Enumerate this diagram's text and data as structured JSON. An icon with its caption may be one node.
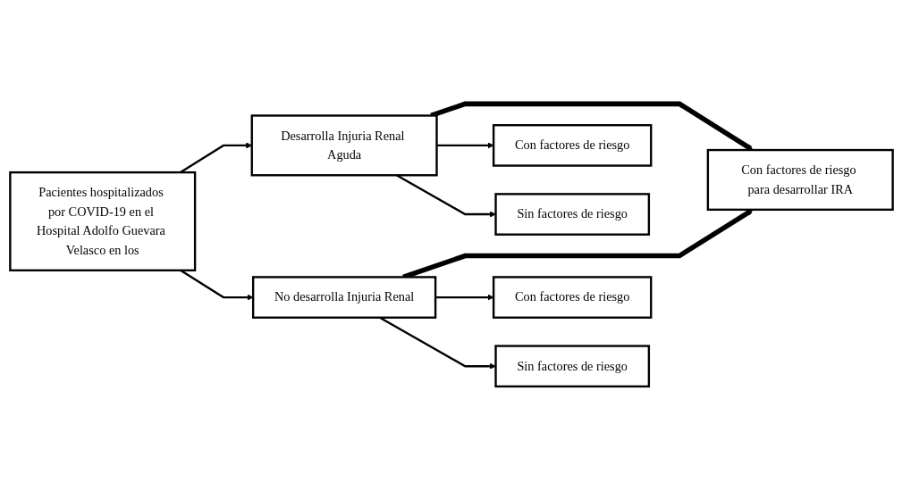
{
  "diagram": {
    "nodes": [
      {
        "text": [
          "Pacientes hospitalizados por COVID-19 en el Hospital Adolfo Guevara Velasco en los"
        ]
      },
      {
        "text": [
          "Desarrolla Injuria Renal Aguda"
        ]
      },
      {
        "text": [
          "Con factores de riesgo para desarrollar IRA"
        ]
      },
      {
        "text": [
          "No desarrolla Injuria Renal"
        ]
      },
      {
        "text": [
          "Con factores de riesgo"
        ]
      },
      {
        "text": [
          "Sin factores de riesgo"
        ]
      },
      {
        "text": [
          "Con factores de riesgo"
        ]
      },
      {
        "text": [
          "Sin factores de riesgo"
        ]
      }
    ],
    "edges": [
      {
        "from": 0,
        "to": 1,
        "arrow": "to"
      },
      {
        "from": 0,
        "to": 3,
        "arrow": "to"
      },
      {
        "from": 1,
        "to": 2,
        "arrow": "to",
        "style": "thick"
      },
      {
        "from": 3,
        "to": 2,
        "arrow": "to",
        "style": "thick"
      },
      {
        "from": 1,
        "to": 4,
        "arrow": "to"
      },
      {
        "from": 1,
        "to": 5,
        "arrow": "to"
      },
      {
        "from": 3,
        "to": 6,
        "arrow": "to"
      },
      {
        "from": 3,
        "to": 7,
        "arrow": "to"
      }
    ]
  }
}
